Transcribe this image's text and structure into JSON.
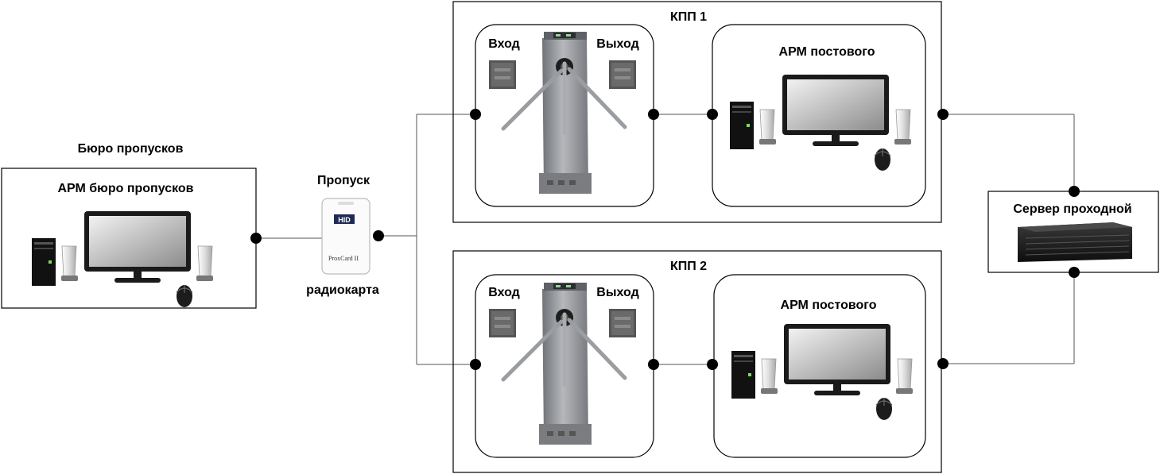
{
  "bureau": {
    "title": "Бюро пропусков",
    "workstation_label": "АРМ бюро пропусков"
  },
  "pass": {
    "title": "Пропуск",
    "caption": "радиокарта",
    "card_brand": "HID",
    "card_model": "ProxCard II"
  },
  "checkpoints": [
    {
      "title": "КПП 1",
      "entry_label": "Вход",
      "exit_label": "Выход",
      "workstation_label": "АРМ постового"
    },
    {
      "title": "КПП 2",
      "entry_label": "Вход",
      "exit_label": "Выход",
      "workstation_label": "АРМ постового"
    }
  ],
  "server": {
    "title": "Сервер проходной"
  },
  "colors": {
    "line": "#555555",
    "node": "#000000",
    "turnstile": "#8a8c90",
    "monitor_frame": "#1a1a1a"
  }
}
